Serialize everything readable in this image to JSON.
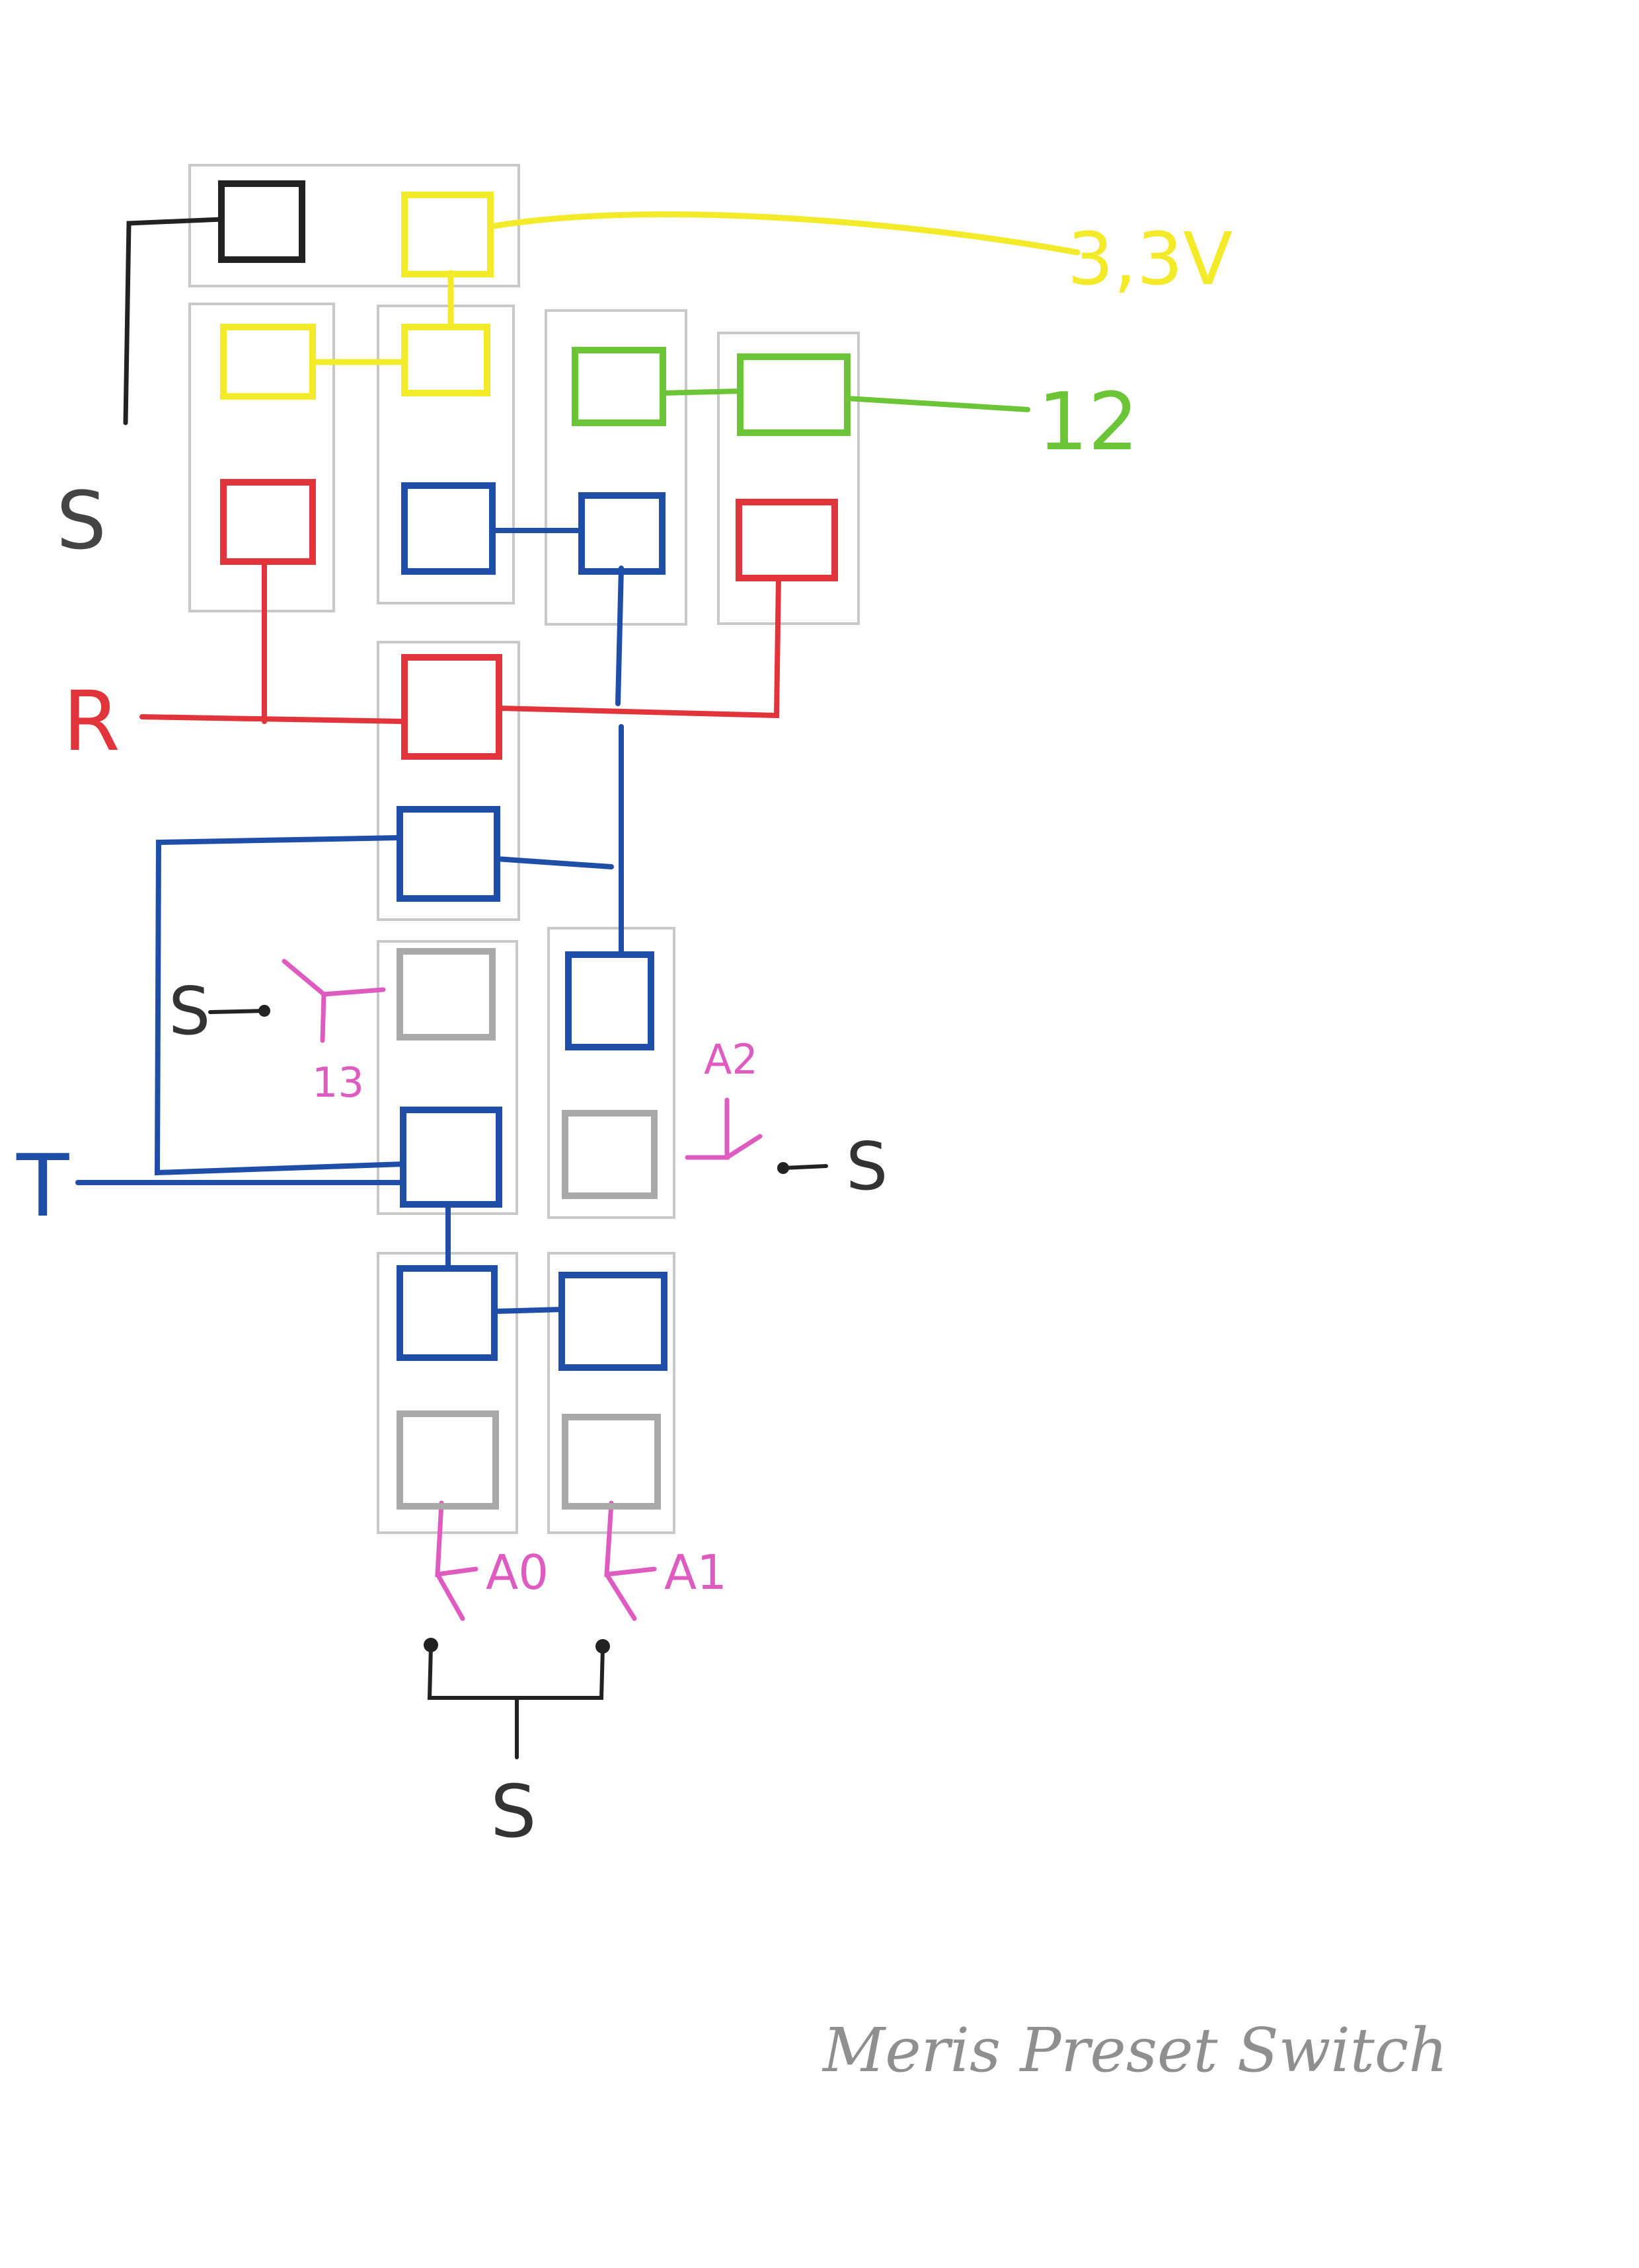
{
  "labels": {
    "voltage": "3,3V",
    "pin12": "12",
    "signal_top": "S",
    "r": "R",
    "t": "T",
    "pin13": "13",
    "signal_13": "S",
    "a2": "A2",
    "signal_a2": "S",
    "a0": "A0",
    "a1": "A1",
    "signal_bottom": "S"
  },
  "title": "Meris Preset Switch",
  "colors": {
    "black": "#222222",
    "yellow": "#f3ea2a",
    "green": "#6cc437",
    "red": "#e2343b",
    "blue": "#1f4ea8",
    "gray": "#a9a9a9",
    "magenta": "#de5cc0",
    "pencil": "#c8c8c8",
    "title": "#8f8f8f"
  }
}
